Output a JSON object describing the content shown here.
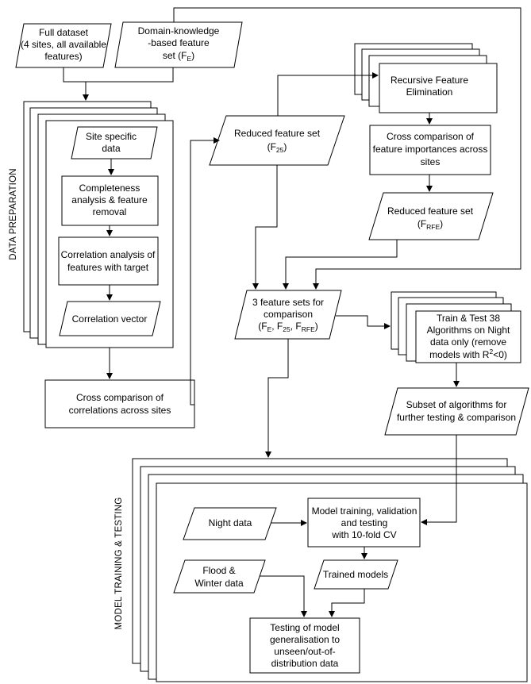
{
  "nodes": {
    "full_dataset": {
      "lines": [
        "Full dataset",
        "(4 sites, all available",
        "features)"
      ]
    },
    "domain_knowledge": {
      "line1": "Domain-knowledge",
      "line2": "-based feature",
      "line3_pre": "set (F",
      "line3_sub": "E",
      "line3_post": ")"
    },
    "site_specific": {
      "lines": [
        "Site specific",
        "data"
      ]
    },
    "completeness": {
      "lines": [
        "Completeness",
        "analysis & feature",
        "removal"
      ]
    },
    "correlation_analysis": {
      "lines": [
        "Correlation analysis of",
        "features with target"
      ]
    },
    "correlation_vector": {
      "lines": [
        "Correlation vector"
      ]
    },
    "cross_corr": {
      "lines": [
        "Cross comparison of",
        "correlations across sites"
      ]
    },
    "reduced_f25": {
      "line1": "Reduced feature set",
      "line2_pre": "(F",
      "line2_sub": "25",
      "line2_post": ")"
    },
    "rfe": {
      "lines": [
        "Recursive Feature",
        "Elimination"
      ]
    },
    "cross_importance": {
      "lines": [
        "Cross comparison of",
        "feature importances across",
        "sites"
      ]
    },
    "reduced_frfe": {
      "line1": "Reduced feature set",
      "line2_pre": "(F",
      "line2_sub": "RFE",
      "line2_post": ")"
    },
    "three_sets": {
      "line1": "3 feature sets for",
      "line2": "comparison",
      "l3_a": "(F",
      "l3_b": "E",
      "l3_c": ", F",
      "l3_d": "25",
      "l3_e": ", F",
      "l3_f": "RFE",
      "l3_g": ")"
    },
    "train_test": {
      "line1": "Train & Test 38",
      "line2": "Algorithms on Night",
      "line3": "data only (remove",
      "l4_a": "models with R",
      "l4_sup": "2",
      "l4_b": "<0)"
    },
    "subset": {
      "lines": [
        "Subset of algorithms for",
        "further testing & comparison"
      ]
    },
    "night_data": {
      "lines": [
        "Night data"
      ]
    },
    "model_training": {
      "lines": [
        "Model training, validation",
        "and testing",
        "with 10-fold CV"
      ]
    },
    "flood_winter": {
      "lines": [
        "Flood &",
        "Winter data"
      ]
    },
    "trained_models": {
      "lines": [
        "Trained models"
      ]
    },
    "testing_generalisation": {
      "lines": [
        "Testing of model",
        "generalisation to",
        "unseen/out-of-",
        "distribution data"
      ]
    }
  },
  "sections": {
    "data_preparation": "DATA PREPARATION",
    "model_training_testing": "MODEL TRAINING & TESTING"
  }
}
